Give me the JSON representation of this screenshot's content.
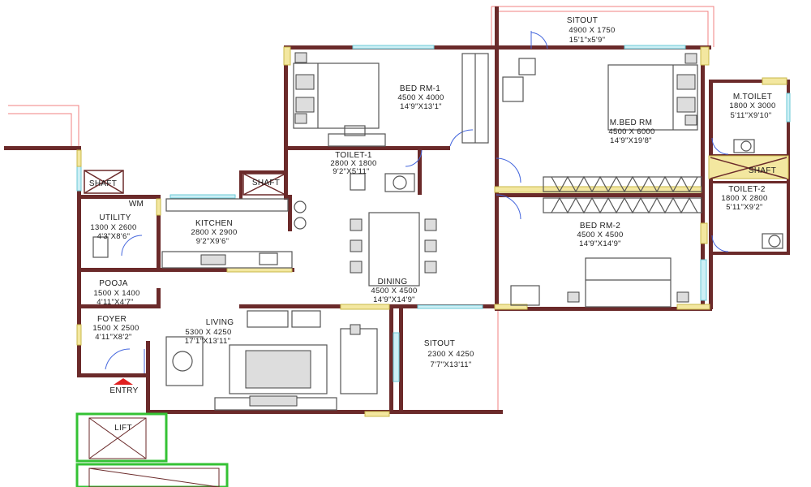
{
  "rooms": {
    "sitout_top": {
      "name": "SITOUT",
      "dim_mm": "4900 X 1750",
      "dim_ft": "15'1\"x5'9\""
    },
    "bedrm1": {
      "name": "BED RM-1",
      "dim_mm": "4500 X 4000",
      "dim_ft": "14'9\"X13'1\""
    },
    "mbedrm": {
      "name": "M.BED RM",
      "dim_mm": "4500 X 6000",
      "dim_ft": "14'9\"X19'8\""
    },
    "mtoilet": {
      "name": "M.TOILET",
      "dim_mm": "1800 X 3000",
      "dim_ft": "5'11\"X9'10\""
    },
    "toilet1": {
      "name": "TOILET-1",
      "dim_mm": "2800 X 1800",
      "dim_ft": "9'2\"X5'11\""
    },
    "shaft_left": {
      "name": "SHAFT"
    },
    "shaft_mid": {
      "name": "SHAFT"
    },
    "shaft_right": {
      "name": "SHAFT"
    },
    "toilet2": {
      "name": "TOILET-2",
      "dim_mm": "1800 X 2800",
      "dim_ft": "5'11\"X9'2\""
    },
    "wm": {
      "name": "WM"
    },
    "utility": {
      "name": "UTILITY",
      "dim_mm": "1300 X 2600",
      "dim_ft": "4'3\"X8'6\""
    },
    "kitchen": {
      "name": "KITCHEN",
      "dim_mm": "2800 X 2900",
      "dim_ft": "9'2\"X9'6\""
    },
    "bedrm2": {
      "name": "BED RM-2",
      "dim_mm": "4500 X 4500",
      "dim_ft": "14'9\"X14'9\""
    },
    "pooja": {
      "name": "POOJA",
      "dim_mm": "1500 X 1400",
      "dim_ft": "4'11\"X4'7\""
    },
    "dining": {
      "name": "DINING",
      "dim_mm": "4500 X 4500",
      "dim_ft": "14'9\"X14'9\""
    },
    "foyer": {
      "name": "FOYER",
      "dim_mm": "1500 X 2500",
      "dim_ft": "4'11\"X8'2\""
    },
    "living": {
      "name": "LIVING",
      "dim_mm": "5300 X 4250",
      "dim_ft": "17'1\"X13'11\""
    },
    "sitout_bottom": {
      "name": "SITOUT",
      "dim_mm": "2300 X 4250",
      "dim_ft": "7'7\"X13'11\""
    },
    "lift": {
      "name": "LIFT"
    }
  },
  "labels": {
    "entry": "ENTRY"
  },
  "colors": {
    "wall": "#6b2a2a",
    "window": "#6ac9d6",
    "column": "#f3e7a0",
    "door": "#4466dd",
    "entry_arrow": "#e02020",
    "external": "#f08080",
    "lift_block": "#34c234"
  }
}
